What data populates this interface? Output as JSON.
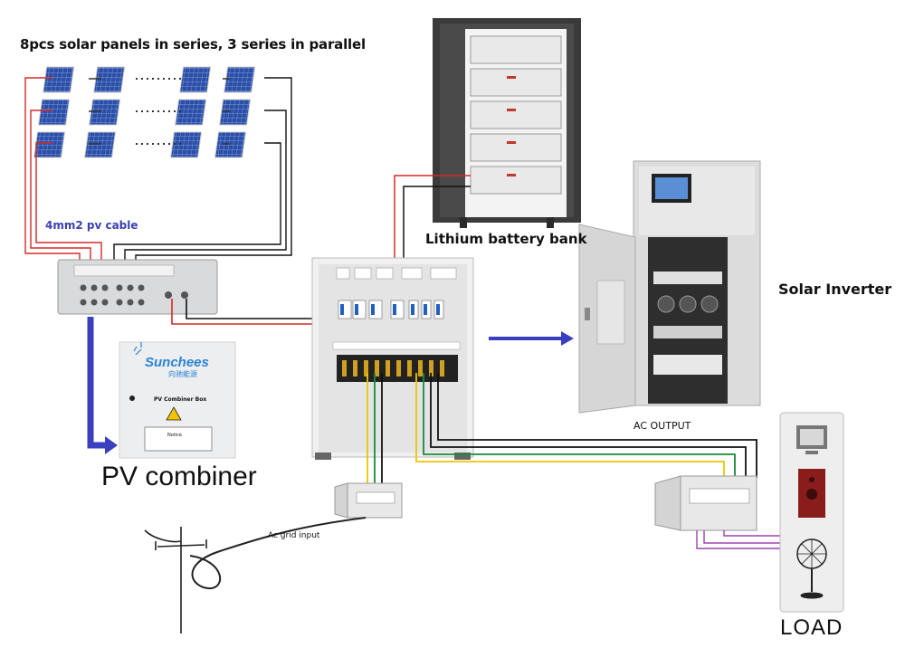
{
  "labels": {
    "panels_title": "8pcs solar panels in series, 3 series in parallel",
    "pv_cable": "4mm2 pv cable",
    "battery_bank": "Lithium battery bank",
    "solar_inverter": "Solar Inverter",
    "pv_combiner": "PV combiner",
    "ac_output": "AC OUTPUT",
    "ac_grid_input": "Ac grid input",
    "load": "LOAD",
    "combiner_brand": "Sunchees",
    "combiner_brand_cn": "向驰能源",
    "combiner_box_title": "PV Combiner Box",
    "combiner_notice": "Notice"
  },
  "colors": {
    "wire_positive": "#d62828",
    "wire_negative": "#111111",
    "wire_neutral": "#1a8a3a",
    "wire_live": "#e8c800",
    "wire_load": "#a040b0",
    "arrow": "#3a3fc0",
    "panel_cell": "#2b4fa8",
    "cabinet_dark": "#3b3b3b",
    "cabinet_light": "#e6e6e6",
    "load_panel": "#eeeeee",
    "speaker": "#8a1c1c"
  },
  "icons": [
    "solar-panel-icon",
    "battery-module-icon",
    "fan-icon",
    "monitor-icon",
    "speaker-icon",
    "warning-icon",
    "utility-pole-icon"
  ]
}
